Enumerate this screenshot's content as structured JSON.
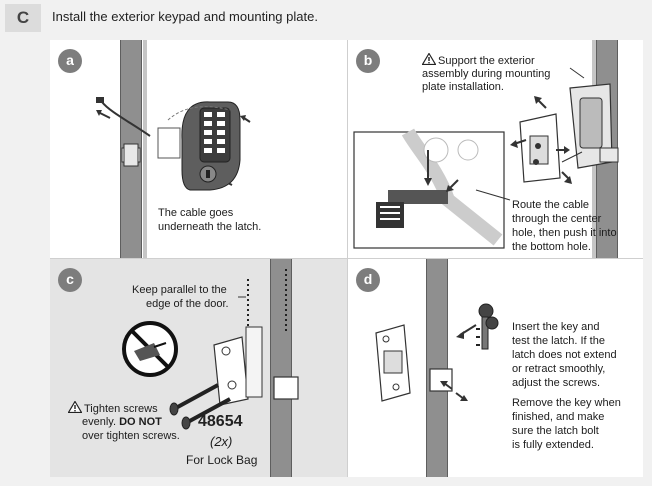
{
  "header": {
    "step_letter": "C",
    "title": "Install the exterior keypad and mounting plate."
  },
  "panels": {
    "a": {
      "badge": "a",
      "note_line1": "The cable goes",
      "note_line2": "underneath the latch."
    },
    "b": {
      "badge": "b",
      "warning_line1": "Support the exterior",
      "warning_line2": "assembly during mounting",
      "warning_line3": "plate installation.",
      "route_line1": "Route the cable",
      "route_line2": "through the center",
      "route_line3": "hole, then push it into",
      "route_line4": "the bottom hole."
    },
    "c": {
      "badge": "c",
      "parallel_line1": "Keep parallel to the",
      "parallel_line2": "edge of the door.",
      "tighten_line1": "Tighten screws",
      "tighten_line2_a": "evenly.",
      "tighten_line2_b": "DO NOT",
      "tighten_line3": "over tighten screws.",
      "part_number": "48654",
      "quantity": "(2x)",
      "part_location": "For Lock Bag"
    },
    "d": {
      "badge": "d",
      "insert_line1": "Insert the key and",
      "insert_line2": "test the latch. If the",
      "insert_line3": "latch does not extend",
      "insert_line4": "or retract smoothly,",
      "insert_line5": "adjust the screws.",
      "remove_line1": "Remove the key when",
      "remove_line2": "finished, and make",
      "remove_line3": "sure the latch bolt",
      "remove_line4": "is fully extended."
    }
  },
  "icons": {
    "warning": "warning-triangle-icon",
    "prohibited": "no-power-drill-icon"
  },
  "colors": {
    "badge_bg": "#7d7d7d",
    "door": "#8f8f8f",
    "panel_c_bg": "#e4e4e4"
  }
}
